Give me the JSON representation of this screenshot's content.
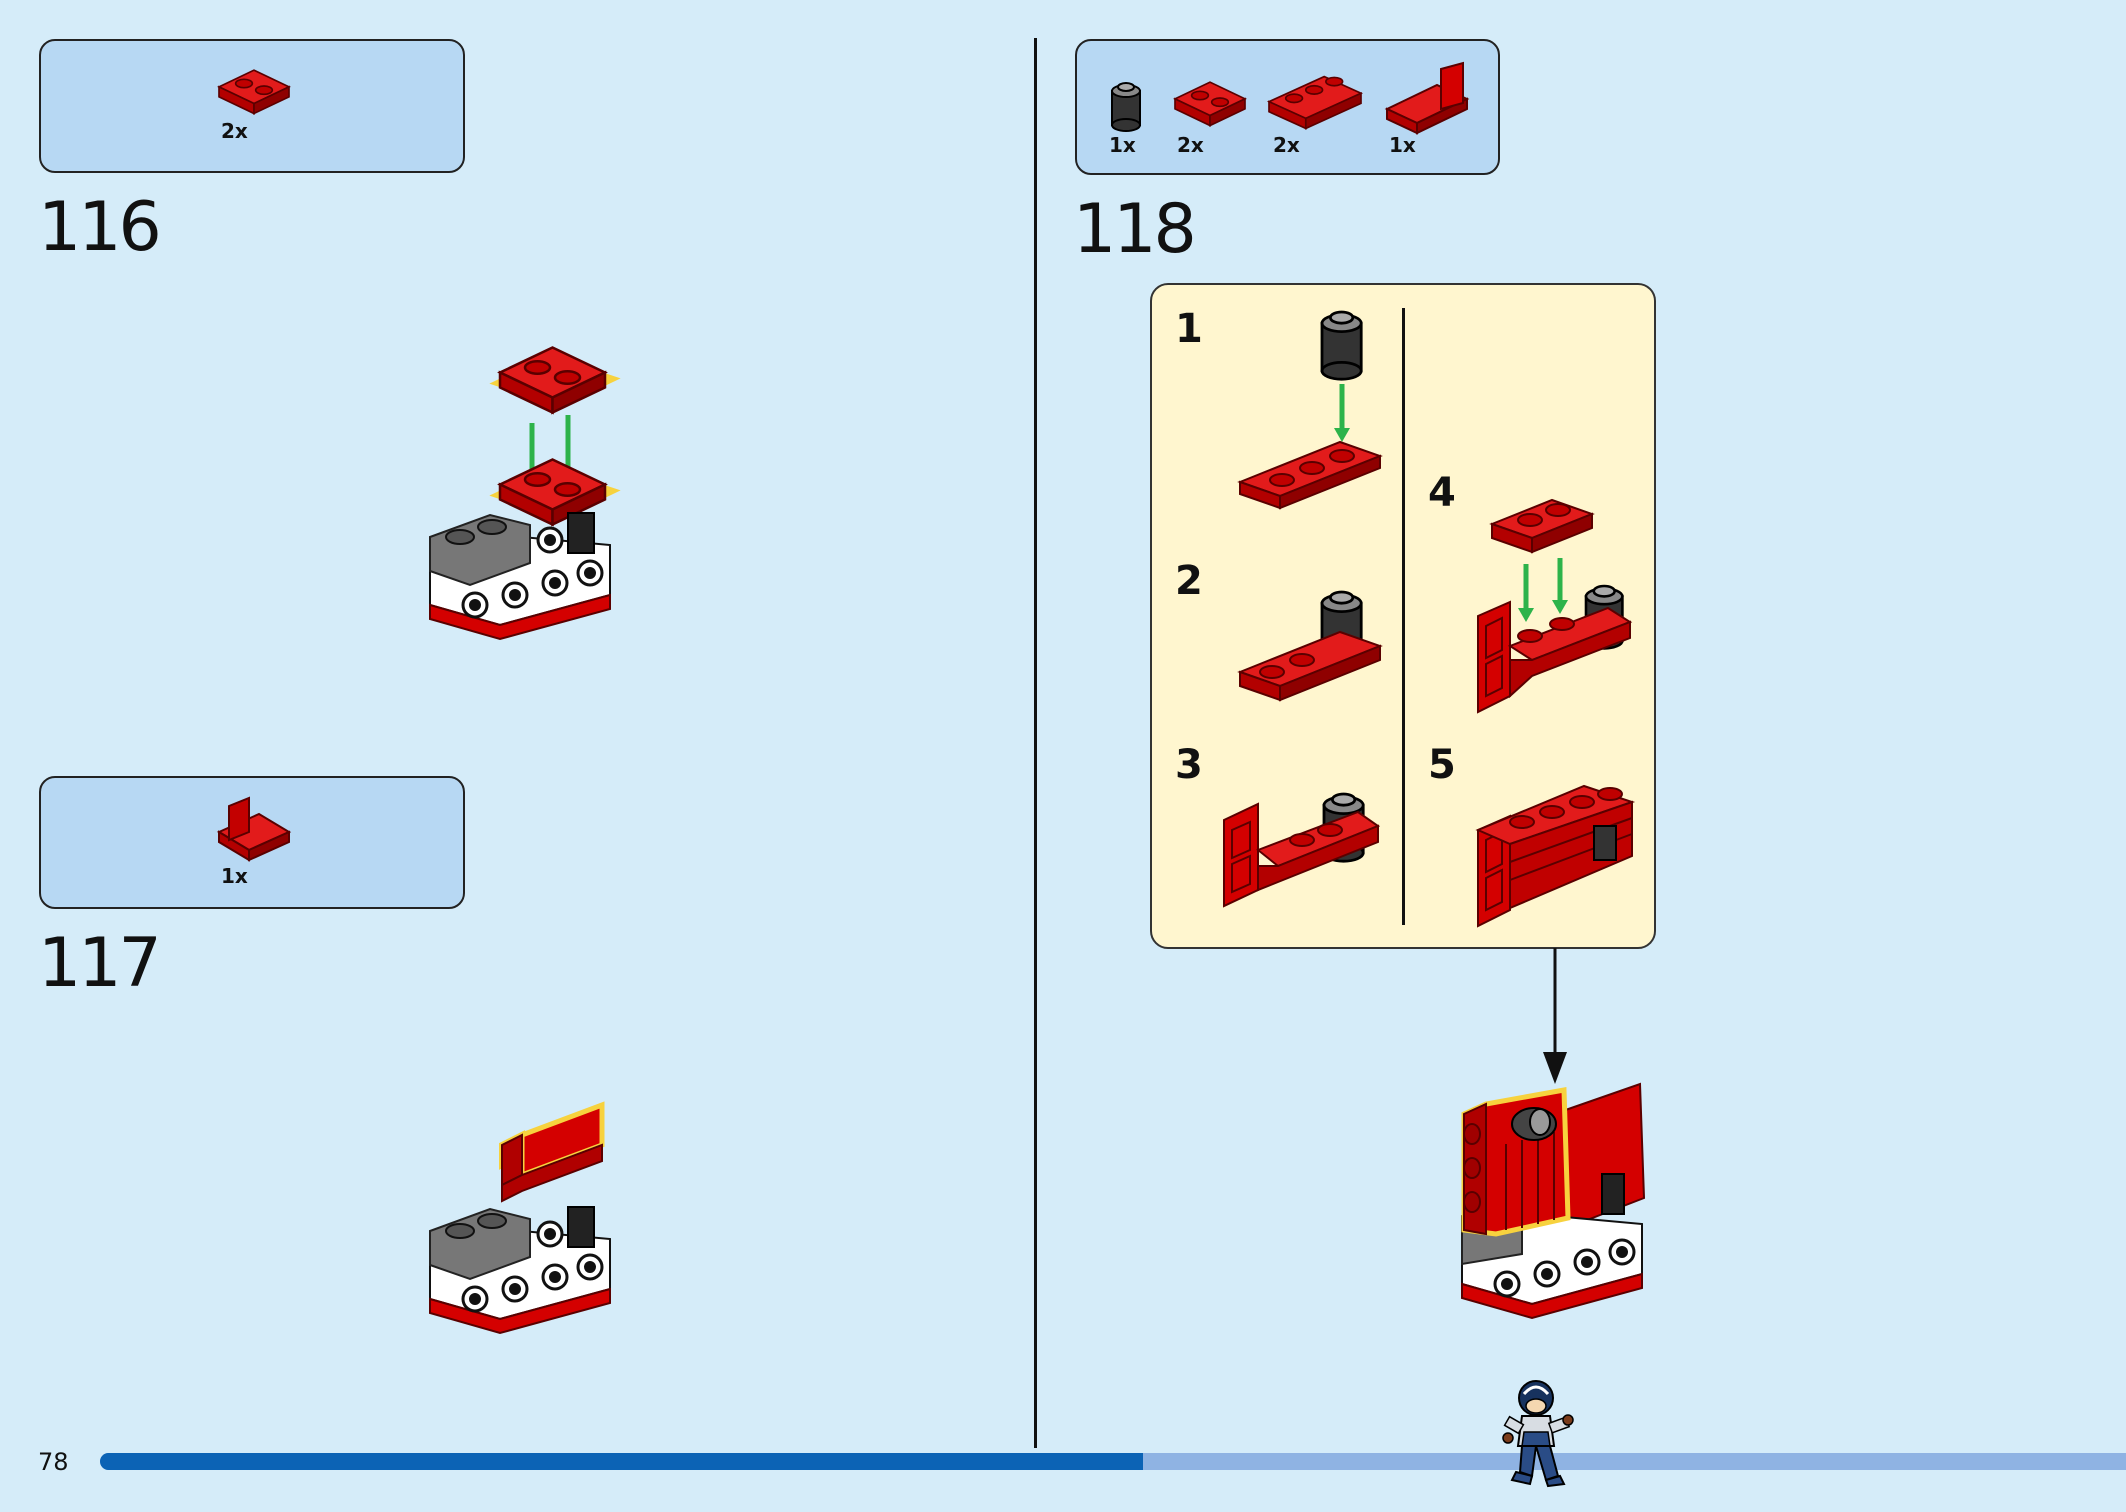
{
  "page_number": "78",
  "progress": 0.515,
  "steps": [
    {
      "number": "116",
      "parts": [
        {
          "quantity": "2x",
          "icon": "red-plate-1x2-icon"
        }
      ]
    },
    {
      "number": "117",
      "parts": [
        {
          "quantity": "1x",
          "icon": "red-bracket-icon"
        }
      ]
    },
    {
      "number": "118",
      "parts": [
        {
          "quantity": "1x",
          "icon": "black-round-brick-icon"
        },
        {
          "quantity": "2x",
          "icon": "red-plate-1x2-icon"
        },
        {
          "quantity": "2x",
          "icon": "red-plate-1x3-icon"
        },
        {
          "quantity": "1x",
          "icon": "red-bracket-icon"
        }
      ],
      "substeps": [
        "1",
        "2",
        "3",
        "4",
        "5"
      ]
    }
  ],
  "colors": {
    "background": "#d5ecf9",
    "parts_box": "#b7d8f3",
    "substep_box": "#fff6cf",
    "brick_red": "#d40000",
    "arrow_green": "#2db34a",
    "progress_fill": "#0c63b5",
    "progress_track": "#8fb3e3"
  }
}
